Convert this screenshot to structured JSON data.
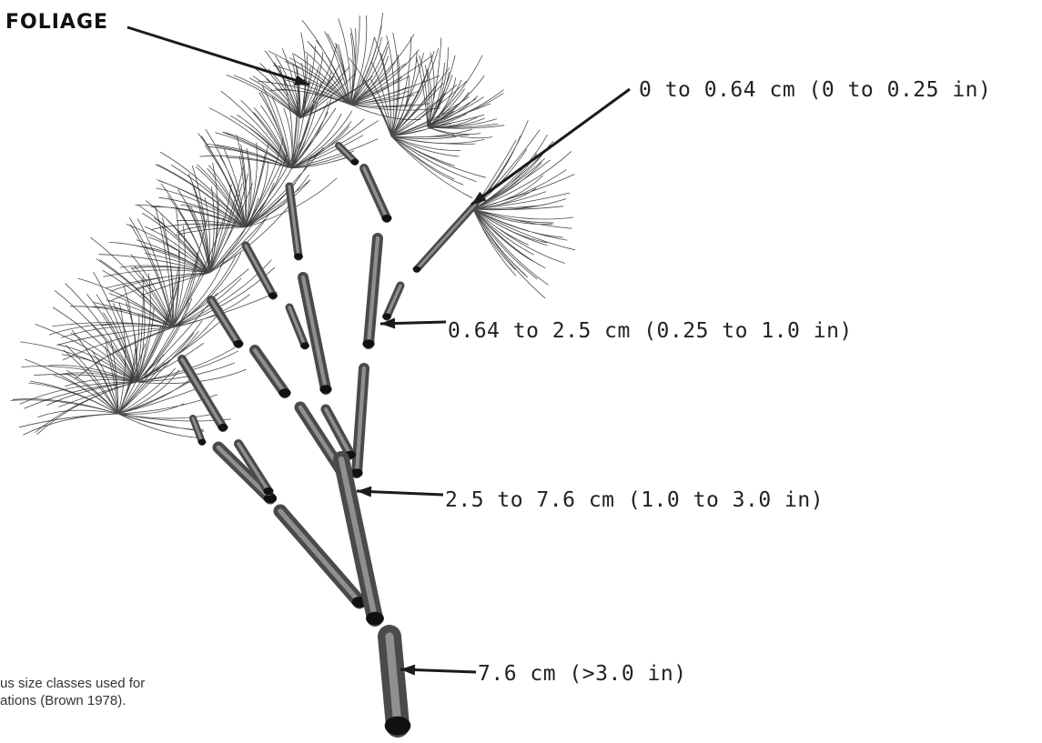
{
  "labels": {
    "foliage": "FOLIAGE",
    "class_1": "0 to 0.64 cm (0 to 0.25 in)",
    "class_2": "0.64 to 2.5 cm (0.25 to 1.0 in)",
    "class_3": "2.5 to 7.6 cm (1.0 to 3.0 in)",
    "class_4": "7.6 cm (>3.0 in)"
  },
  "caption": {
    "line1": "us size classes used for",
    "line2": "ations (Brown 1978)."
  },
  "colors": {
    "ink": "#1a1a1a",
    "wood": "#4a4a4a",
    "needle": "#2b2b2b"
  }
}
